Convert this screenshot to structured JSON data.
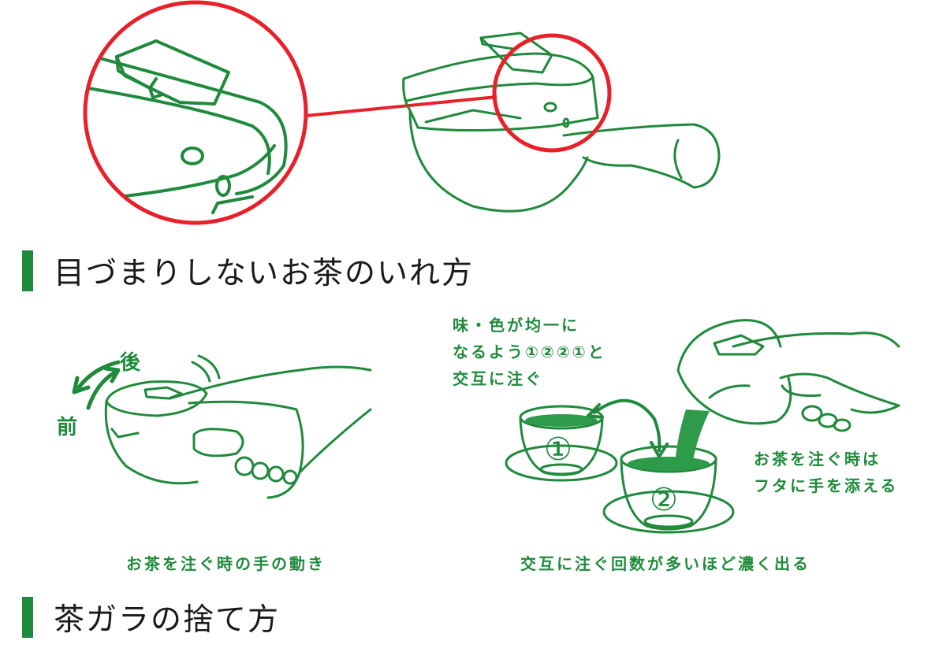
{
  "section1": {
    "title": "目づまりしないお茶のいれ方"
  },
  "section2": {
    "title": "茶ガラの捨て方"
  },
  "hand_motion": {
    "back_label": "後",
    "front_label": "前",
    "caption": "お茶を注ぐ時の手の動き"
  },
  "pouring": {
    "note_lines": [
      "味・色が均一に",
      "なるよう①②②①と",
      "交互に注ぐ"
    ],
    "cup1": "①",
    "cup2": "②",
    "lid_note_lines": [
      "お茶を注ぐ時は",
      "フタに手を添える"
    ],
    "caption": "交互に注ぐ回数が多いほど濃く出る"
  },
  "colors": {
    "accent": "#1f8a3b",
    "highlight": "#e8202a",
    "tea": "#2e9b4a"
  }
}
